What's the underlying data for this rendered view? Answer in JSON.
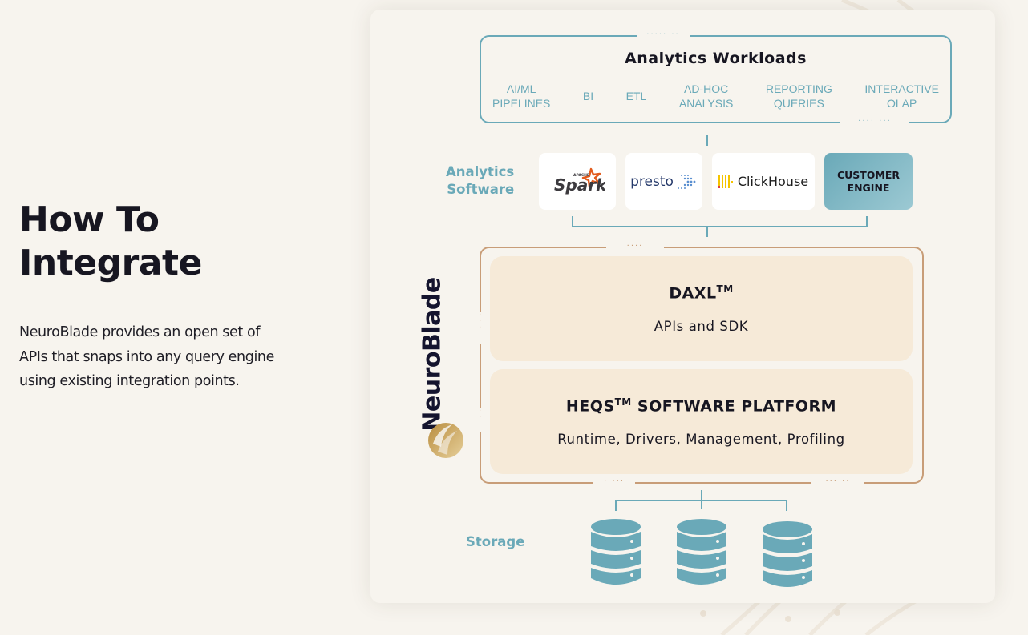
{
  "intro": {
    "heading_line1": "How To",
    "heading_line2": "Integrate",
    "description": "NeuroBlade provides an open set of APIs that snaps into any query engine using existing integration points."
  },
  "diagram": {
    "workloads": {
      "title": "Analytics Workloads",
      "items": [
        {
          "line1": "AI/ML",
          "line2": "PIPELINES"
        },
        {
          "line1": "BI",
          "line2": ""
        },
        {
          "line1": "ETL",
          "line2": ""
        },
        {
          "line1": "AD-HOC",
          "line2": "ANALYSIS"
        },
        {
          "line1": "REPORTING",
          "line2": "QUERIES"
        },
        {
          "line1": "INTERACTIVE",
          "line2": "OLAP"
        }
      ]
    },
    "software": {
      "label_line1": "Analytics",
      "label_line2": "Software",
      "engines": [
        {
          "name": "Spark",
          "prefix": "APACHE",
          "icon": "spark-star-icon"
        },
        {
          "name": "presto",
          "icon": "presto-dots-icon"
        },
        {
          "name": "ClickHouse",
          "icon": "clickhouse-bars-icon"
        },
        {
          "name_line1": "CUSTOMER",
          "name_line2": "ENGINE"
        }
      ]
    },
    "neuroblade": {
      "brand": "NeuroBlade",
      "layers": [
        {
          "title": "DAXL",
          "title_mark": "TM",
          "subtitle": "APIs and SDK"
        },
        {
          "title": "HEQS",
          "title_mark": "TM",
          "title_rest": " SOFTWARE PLATFORM",
          "subtitle": "Runtime, Drivers, Management, Profiling"
        }
      ]
    },
    "storage": {
      "label": "Storage",
      "count": 3,
      "icon": "database-icon"
    },
    "colors": {
      "teal": "#6aa9b8",
      "copper": "#c89d78",
      "layer_fill": "#f6ead8",
      "ink": "#171621",
      "gold": "#c9a45e"
    }
  }
}
